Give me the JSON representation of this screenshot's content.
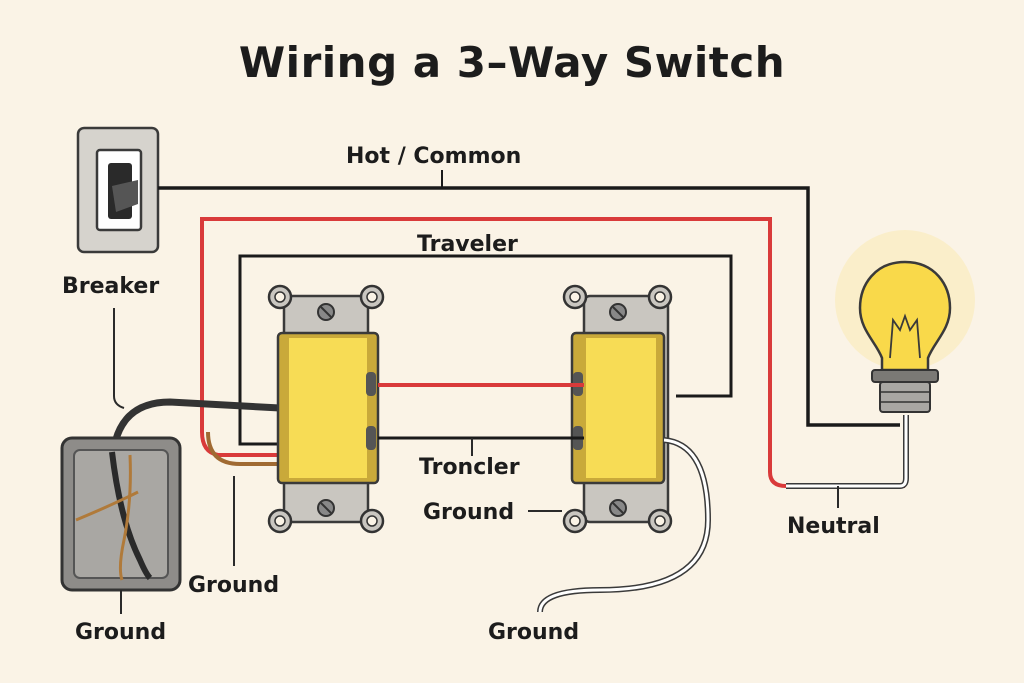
{
  "title": "Wiring a 3–Way Switch",
  "labels": {
    "hot_common": "Hot / Common",
    "traveler_top": "Traveler",
    "breaker": "Breaker",
    "troncler": "Troncler",
    "ground_middle": "Ground",
    "neutral": "Neutral",
    "ground_box_left": "Ground",
    "ground_box_bottom": "Ground",
    "ground_bottom_center": "Ground"
  },
  "colors": {
    "background": "#faf3e6",
    "hot_wire": "#1a1a1a",
    "traveler_red": "#d93a3a",
    "switch_body": "#f7dc55",
    "bulb_glass": "#f9d94a",
    "neutral_wire": "#ffffff",
    "ground_copper": "#b07a3a"
  },
  "icons": [
    "breaker-switch-icon",
    "junction-box-icon",
    "three-way-switch-icon",
    "light-bulb-icon"
  ]
}
